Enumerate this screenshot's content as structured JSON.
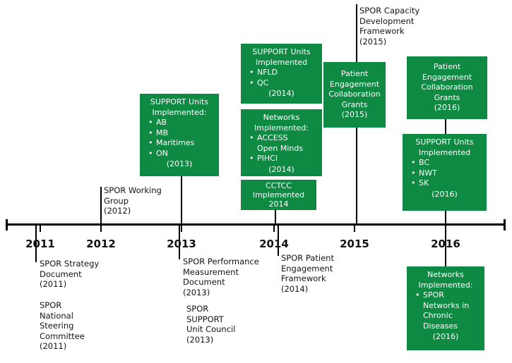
{
  "colors": {
    "box_green": "#0e8a43",
    "line_black": "#000000",
    "text_black": "#141414"
  },
  "years": [
    "2011",
    "2012",
    "2013",
    "2014",
    "2015",
    "2016"
  ],
  "notes": {
    "capacity": [
      "SPOR Capacity",
      "Development",
      "Framework",
      "(2015)"
    ],
    "working_group": [
      "SPOR Working",
      "Group",
      "(2012)"
    ],
    "strategy": [
      "SPOR Strategy",
      "Document",
      "(2011)"
    ],
    "steering": [
      "SPOR",
      "National",
      "Steering",
      "Committee",
      "(2011)"
    ],
    "performance": [
      "SPOR Performance",
      "Measurement",
      "Document",
      "(2013)"
    ],
    "support_council": [
      "SPOR",
      "SUPPORT",
      "Unit Council",
      "(2013)"
    ],
    "patient_framework": [
      "SPOR Patient",
      "Engagement",
      "Framework",
      "(2014)"
    ]
  },
  "boxes": {
    "support_2013": {
      "title": [
        "SUPPORT Units",
        "Implemented:"
      ],
      "items": [
        {
          "b": "•",
          "t": "AB"
        },
        {
          "b": "•",
          "t": "MB"
        },
        {
          "b": "•",
          "t": "Maritimes"
        },
        {
          "b": "•",
          "t": "ON"
        }
      ],
      "caption": "(2013)"
    },
    "support_2014": {
      "title": [
        "SUPPORT Units",
        "Implemented"
      ],
      "items": [
        {
          "b": "•",
          "t": "NFLD"
        },
        {
          "b": "•",
          "t": "QC"
        }
      ],
      "caption": "(2014)"
    },
    "networks_2014": {
      "title": [
        "Networks",
        "Implemented:"
      ],
      "items": [
        {
          "b": "•",
          "t": "ACCESS"
        },
        {
          "b": "",
          "t": "Open Minds"
        },
        {
          "b": "•",
          "t": "PIHCI"
        }
      ],
      "caption": "(2014)"
    },
    "cctcc_2014": {
      "lines": [
        "CCTCC",
        "Implemented",
        "2014"
      ]
    },
    "grants_2015": {
      "lines": [
        "Patient",
        "Engagement",
        "Collaboration",
        "Grants",
        "(2015)"
      ]
    },
    "grants_2016": {
      "lines": [
        "Patient",
        "Engagement",
        "Collaboration",
        "Grants",
        "(2016)"
      ]
    },
    "support_2016": {
      "title": [
        "SUPPORT Units",
        "Implemented"
      ],
      "items": [
        {
          "b": "•",
          "t": "BC"
        },
        {
          "b": "•",
          "t": "NWT"
        },
        {
          "b": "•",
          "t": "SK"
        }
      ],
      "caption": "(2016)"
    },
    "networks_2016": {
      "title": [
        "Networks",
        "Implemented:"
      ],
      "items": [
        {
          "b": "•",
          "t": "SPOR"
        },
        {
          "b": "",
          "t": "Networks in"
        },
        {
          "b": "",
          "t": "Chronic"
        },
        {
          "b": "",
          "t": "Diseases"
        }
      ],
      "caption": "(2016)"
    }
  }
}
